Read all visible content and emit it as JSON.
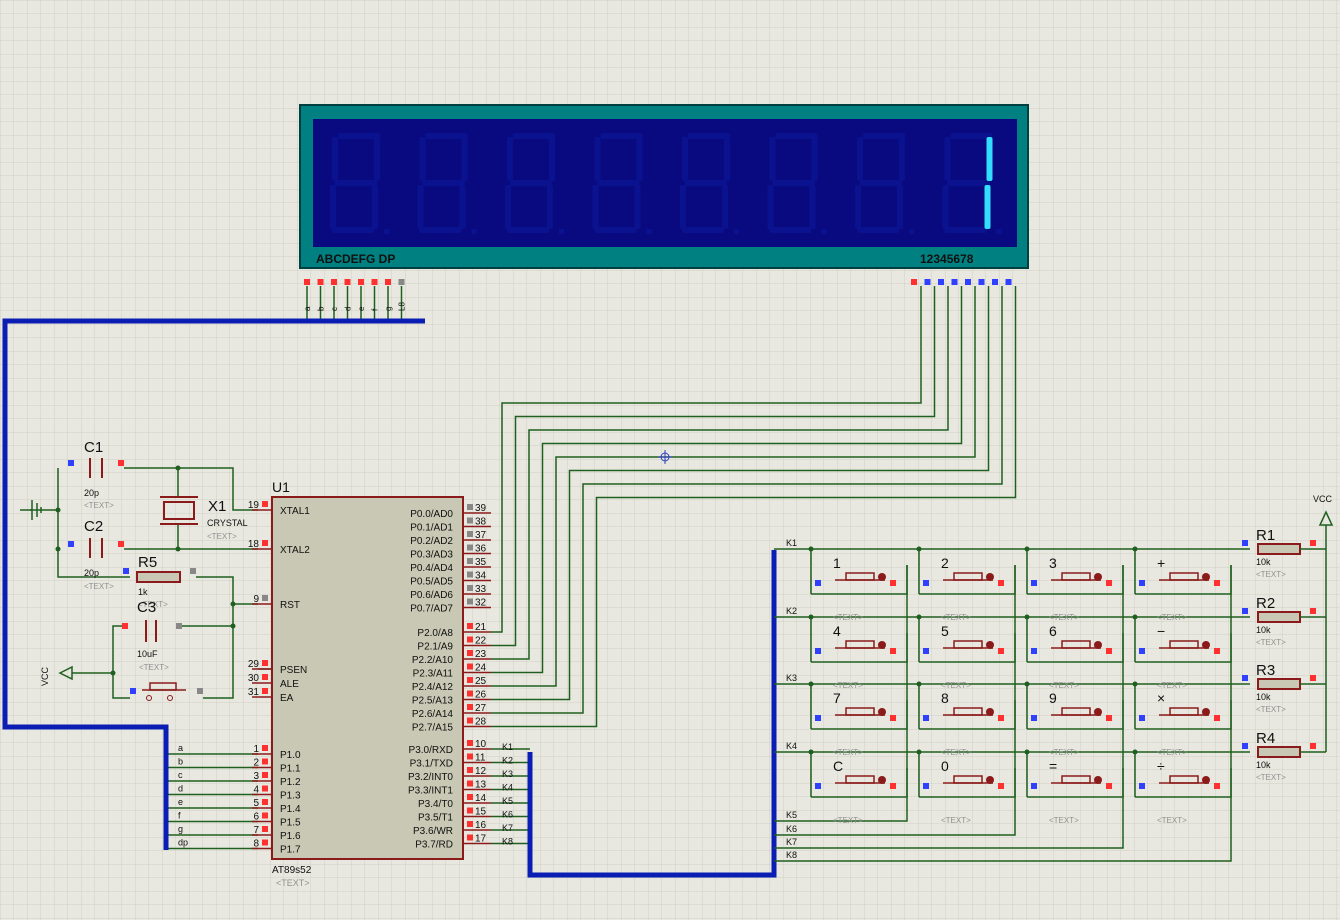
{
  "lcd": {
    "display_value": "1",
    "segment_pin_labels": "ABCDEFG  DP",
    "digit_pin_labels": "12345678",
    "segment_pins": [
      "a",
      "b",
      "c",
      "d",
      "e",
      "f",
      "g",
      "L8"
    ]
  },
  "mcu": {
    "ref": "U1",
    "part": "AT89s52",
    "text_placeholder": "<TEXT>",
    "left_pins": [
      {
        "num": "19",
        "name": "XTAL1"
      },
      {
        "num": "18",
        "name": "XTAL2"
      },
      {
        "num": "9",
        "name": "RST"
      },
      {
        "num": "29",
        "name": "PSEN"
      },
      {
        "num": "30",
        "name": "ALE"
      },
      {
        "num": "31",
        "name": "EA"
      },
      {
        "num": "1",
        "name": "P1.0"
      },
      {
        "num": "2",
        "name": "P1.1"
      },
      {
        "num": "3",
        "name": "P1.2"
      },
      {
        "num": "4",
        "name": "P1.3"
      },
      {
        "num": "5",
        "name": "P1.4"
      },
      {
        "num": "6",
        "name": "P1.5"
      },
      {
        "num": "7",
        "name": "P1.6"
      },
      {
        "num": "8",
        "name": "P1.7"
      }
    ],
    "right_pins_p0": [
      {
        "num": "39",
        "name": "P0.0/AD0"
      },
      {
        "num": "38",
        "name": "P0.1/AD1"
      },
      {
        "num": "37",
        "name": "P0.2/AD2"
      },
      {
        "num": "36",
        "name": "P0.3/AD3"
      },
      {
        "num": "35",
        "name": "P0.4/AD4"
      },
      {
        "num": "34",
        "name": "P0.5/AD5"
      },
      {
        "num": "33",
        "name": "P0.6/AD6"
      },
      {
        "num": "32",
        "name": "P0.7/AD7"
      }
    ],
    "right_pins_p2": [
      {
        "num": "21",
        "name": "P2.0/A8"
      },
      {
        "num": "22",
        "name": "P2.1/A9"
      },
      {
        "num": "23",
        "name": "P2.2/A10"
      },
      {
        "num": "24",
        "name": "P2.3/A11"
      },
      {
        "num": "25",
        "name": "P2.4/A12"
      },
      {
        "num": "26",
        "name": "P2.5/A13"
      },
      {
        "num": "27",
        "name": "P2.6/A14"
      },
      {
        "num": "28",
        "name": "P2.7/A15"
      }
    ],
    "right_pins_p3": [
      {
        "num": "10",
        "name": "P3.0/RXD"
      },
      {
        "num": "11",
        "name": "P3.1/TXD"
      },
      {
        "num": "12",
        "name": "P3.2/INT0"
      },
      {
        "num": "13",
        "name": "P3.3/INT1"
      },
      {
        "num": "14",
        "name": "P3.4/T0"
      },
      {
        "num": "15",
        "name": "P3.5/T1"
      },
      {
        "num": "16",
        "name": "P3.6/WR"
      },
      {
        "num": "17",
        "name": "P3.7/RD"
      }
    ],
    "p1_net_labels": [
      "a",
      "b",
      "c",
      "d",
      "e",
      "f",
      "g",
      "dp"
    ],
    "p3_net_labels": [
      "K1",
      "K2",
      "K3",
      "K4",
      "K5",
      "K6",
      "K7",
      "K8"
    ]
  },
  "components": {
    "c1": {
      "ref": "C1",
      "value": "20p",
      "text": "<TEXT>"
    },
    "c2": {
      "ref": "C2",
      "value": "20p",
      "text": "<TEXT>"
    },
    "c3": {
      "ref": "C3",
      "value": "10uF",
      "text": "<TEXT>"
    },
    "r5": {
      "ref": "R5",
      "value": "1k",
      "text": "<TEXT>"
    },
    "x1": {
      "ref": "X1",
      "value": "CRYSTAL",
      "text": "<TEXT>"
    },
    "vcc_left": "VCC",
    "vcc_right": "VCC"
  },
  "keypad": {
    "row_labels": [
      "K1",
      "K2",
      "K3",
      "K4"
    ],
    "col_labels": [
      "K5",
      "K6",
      "K7",
      "K8"
    ],
    "keys": [
      [
        "1",
        "2",
        "3",
        "+"
      ],
      [
        "4",
        "5",
        "6",
        "−"
      ],
      [
        "7",
        "8",
        "9",
        "×"
      ],
      [
        "C",
        "0",
        "=",
        "÷"
      ]
    ],
    "text_placeholder": "<TEXT>"
  },
  "pullups": [
    {
      "ref": "R1",
      "value": "10k",
      "text": "<TEXT>"
    },
    {
      "ref": "R2",
      "value": "10k",
      "text": "<TEXT>"
    },
    {
      "ref": "R3",
      "value": "10k",
      "text": "<TEXT>"
    },
    {
      "ref": "R4",
      "value": "10k",
      "text": "<TEXT>"
    }
  ],
  "colors": {
    "background": "#e8e8e0",
    "grid": "#cfcfc4",
    "wire": "#1f5f1f",
    "bus": "#0a1eb4",
    "component": "#8b1a1a",
    "ic_fill": "#c8c8b4",
    "lcd_frame": "#008080",
    "lcd_panel": "#0a0a80",
    "lcd_segment_off": "#0a1290",
    "lcd_segment_on": "#33ddff",
    "pin_red": "#ff3030",
    "pin_blue": "#3040ff",
    "pin_gray": "#888888",
    "text_dark": "#101010",
    "text_gray": "#909090"
  }
}
